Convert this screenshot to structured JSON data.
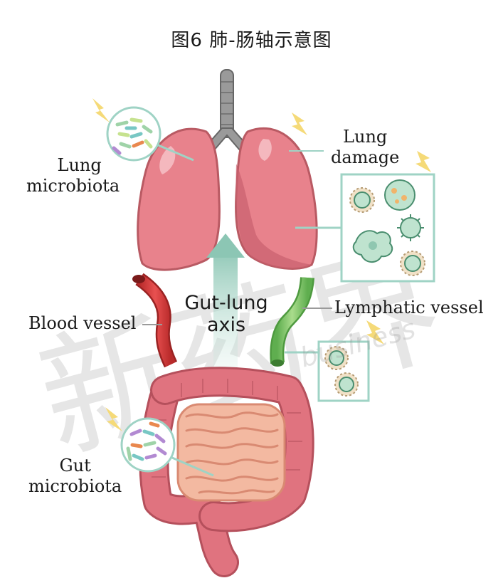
{
  "title": "图6 肺-肠轴示意图",
  "labels": {
    "lung_microbiota": [
      "Lung",
      "microbiota"
    ],
    "lung_damage": [
      "Lung",
      "damage"
    ],
    "blood_vessel": "Blood vessel",
    "lymphatic_vessel": "Lymphatic vessel",
    "gut_lung_axis": [
      "Gut-lung",
      "axis"
    ],
    "gut_microbiota": [
      "Gut",
      "microbiota"
    ]
  },
  "watermark": {
    "text": "新药界",
    "sub": "business"
  },
  "colors": {
    "lung_fill": "#e8828c",
    "lung_stroke": "#b95a63",
    "trachea": "#8e8e8e",
    "blood_vessel": "#d33a3a",
    "lymphatic_vessel": "#7fc46a",
    "intestine_large": "#e0737f",
    "intestine_small": "#f3b9a1",
    "axis_arrow": "#8fc7b6",
    "callout_teal": "#9fd3c5",
    "lightning": "#f5da78"
  }
}
